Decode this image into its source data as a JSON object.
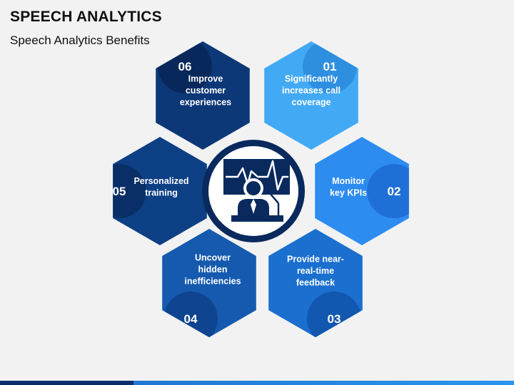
{
  "title": "SPEECH ANALYTICS",
  "subtitle": "Speech Analytics Benefits",
  "items": [
    {
      "number": "01",
      "lines": [
        "Significantly",
        "increases call",
        "coverage"
      ],
      "color": "#42aaf4",
      "shade": "#2e8fe0"
    },
    {
      "number": "02",
      "lines": [
        "Monitor",
        "key KPIs"
      ],
      "color": "#2d8cf0",
      "shade": "#1f70d6"
    },
    {
      "number": "03",
      "lines": [
        "Provide near-",
        "real-time",
        "feedback"
      ],
      "color": "#1a6fcf",
      "shade": "#1257b0"
    },
    {
      "number": "04",
      "lines": [
        "Uncover",
        "hidden",
        "inefficiencies"
      ],
      "color": "#155aae",
      "shade": "#0f4490"
    },
    {
      "number": "05",
      "lines": [
        "Personalized",
        "training"
      ],
      "color": "#0d3f85",
      "shade": "#0a2f68"
    },
    {
      "number": "06",
      "lines": [
        "Improve",
        "customer",
        "experiences"
      ],
      "color": "#0c3878",
      "shade": "#08285c"
    }
  ],
  "center_icon": "speaker-monitor-icon",
  "colors": {
    "center_ring": "#0a2a5e",
    "center_fill": "#ffffff"
  }
}
